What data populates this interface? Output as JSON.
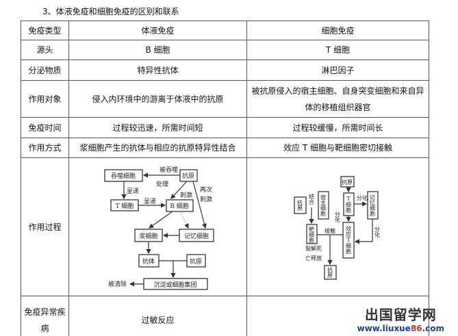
{
  "title": "3、体液免疫和细胞免疫的区别和联系",
  "table": {
    "headers": [
      "免疫类型",
      "体液免疫",
      "细胞免疫"
    ],
    "rows": [
      [
        "源头",
        "B 细胞",
        "T 细胞"
      ],
      [
        "分泌物质",
        "特异性抗体",
        "淋巴因子"
      ],
      [
        "作用对象",
        "侵入内环境中的游离于体液中的抗原",
        "被抗原侵入的宿主细胞、自身突变细胞和来自异体的移植组织器官"
      ],
      [
        "免疫时间",
        "过程较迅速，所需时间短",
        "过程较缓慢，所需时间长"
      ],
      [
        "作用方式",
        "浆细胞产生的抗体与相应的抗原特异性结合",
        "效应 T 细胞与靶细胞密切接触"
      ],
      [
        "作用过程",
        "",
        ""
      ],
      [
        "免疫异常疾病",
        "过敏反应",
        ""
      ]
    ]
  },
  "humoral_diagram": {
    "phagocyte": "吞噬细胞",
    "antigen": "抗原",
    "phagocytosed": "被吞噬",
    "processed": "处理",
    "t_cell": "T 细胞",
    "b_cell": "B 细胞",
    "present1": "呈递",
    "present2": "呈递",
    "stimulate": "刺激",
    "again": "再次",
    "stimulate2": "刺激",
    "plasma_cell": "浆细胞",
    "memory_cell": "记忆细胞",
    "antibody": "抗体",
    "antigen2": "抗原",
    "precipitate": "沉淀或细胞集团",
    "cleared": "被清除"
  },
  "cellular_diagram": {
    "antigen_top": "抗原",
    "t_cell": "T细胞",
    "memory_cell": "记忆细胞",
    "differentiate1": "分化",
    "antigen_left": "抗原",
    "host_cell": "宿主细胞",
    "bind": "结合",
    "target_cell": "靶细胞",
    "effector_t": "效应T细胞",
    "contact": "接触",
    "differentiate2": "分化",
    "differentiate3": "分化",
    "lysis1": "裂解死",
    "lysis2": "亡释放",
    "antigen_bottom": "抗原"
  },
  "watermark": {
    "name": "出国留学网",
    "url_prefix": "www.liuxue",
    "url_num": "86",
    "url_suffix": ".com"
  }
}
